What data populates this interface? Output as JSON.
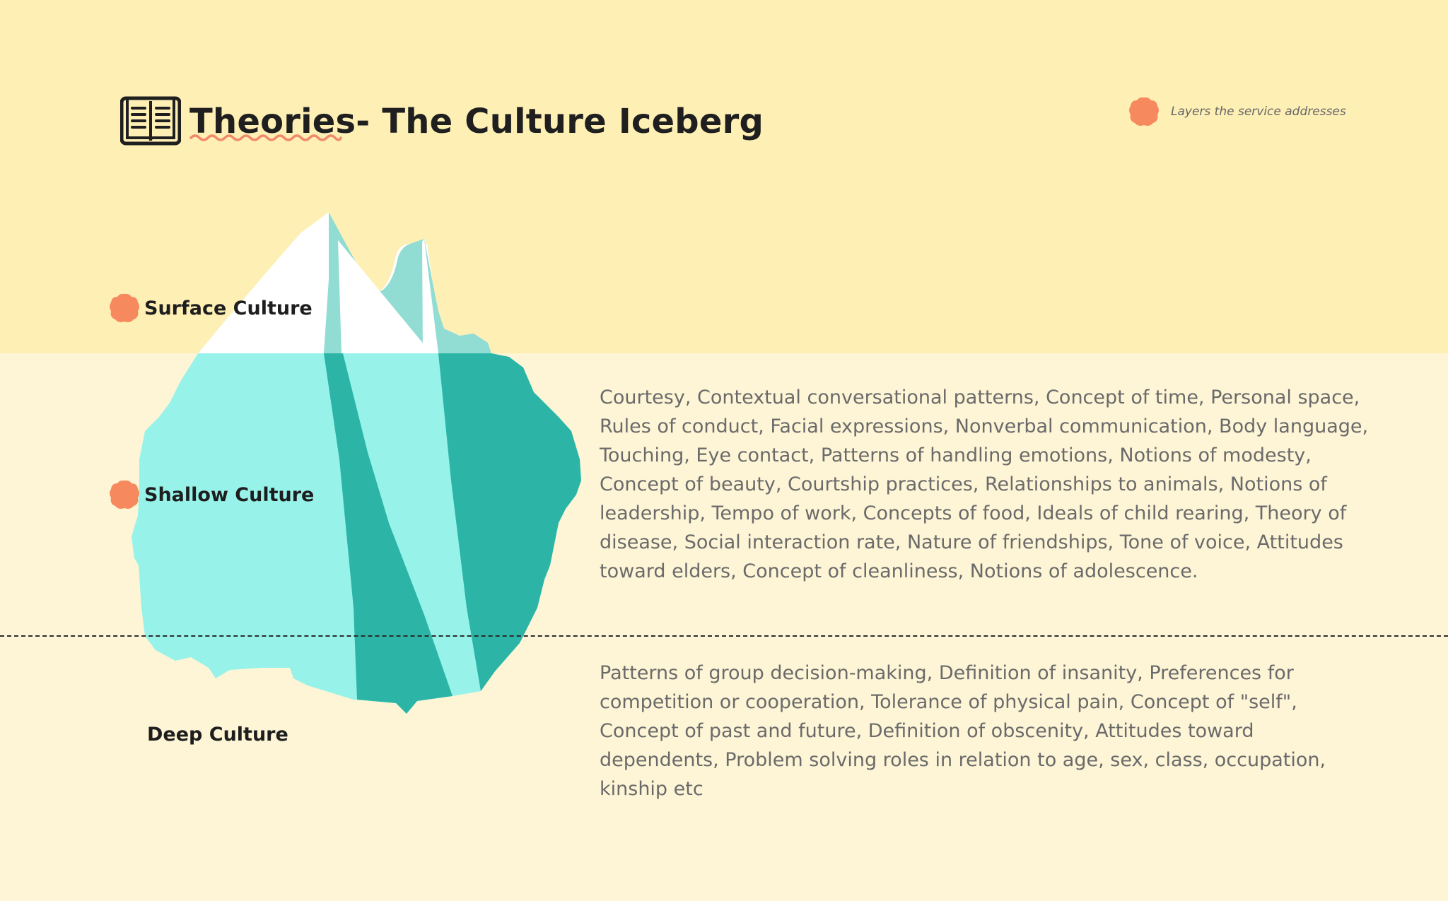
{
  "header": {
    "title": "Theories- The Culture Iceberg",
    "icon": "open-book-icon"
  },
  "legend": {
    "label": "Layers the service addresses",
    "marker_color": "#F68A5E"
  },
  "layers": [
    {
      "name": "Surface Culture",
      "highlighted": true
    },
    {
      "name": "Shallow Culture",
      "highlighted": true
    },
    {
      "name": "Deep Culture",
      "highlighted": false
    }
  ],
  "descriptions": {
    "shallow": "Courtesy, Contextual conversational patterns, Concept of time, Personal space, Rules of conduct, Facial expressions, Nonverbal communication, Body language, Touching, Eye contact, Patterns of handling emotions, Notions of modesty, Concept of beauty, Courtship practices, Relationships to animals, Notions of leadership, Tempo of work, Concepts of food, Ideals of child rearing, Theory of disease, Social interaction rate, Nature of friendships, Tone of voice, Attitudes toward elders, Concept of cleanliness, Notions of adolescence.",
    "deep": "Patterns of group decision-making, Definition of insanity, Preferences for competition or cooperation, Tolerance of physical pain, Concept of \"self\", Concept of past and future, Definition of obscenity, Attitudes toward dependents, Problem solving roles in relation to age, sex, class, occupation, kinship etc"
  },
  "colors": {
    "top_background": "#FEEFB5",
    "bottom_background": "#FEF5D6",
    "ice_above": "#FFFFFF",
    "ice_above_shade": "#91DCD3",
    "ice_below_light": "#97F3EA",
    "ice_below_dark": "#2CB5A6",
    "accent_squiggle": "#F08A6A"
  }
}
